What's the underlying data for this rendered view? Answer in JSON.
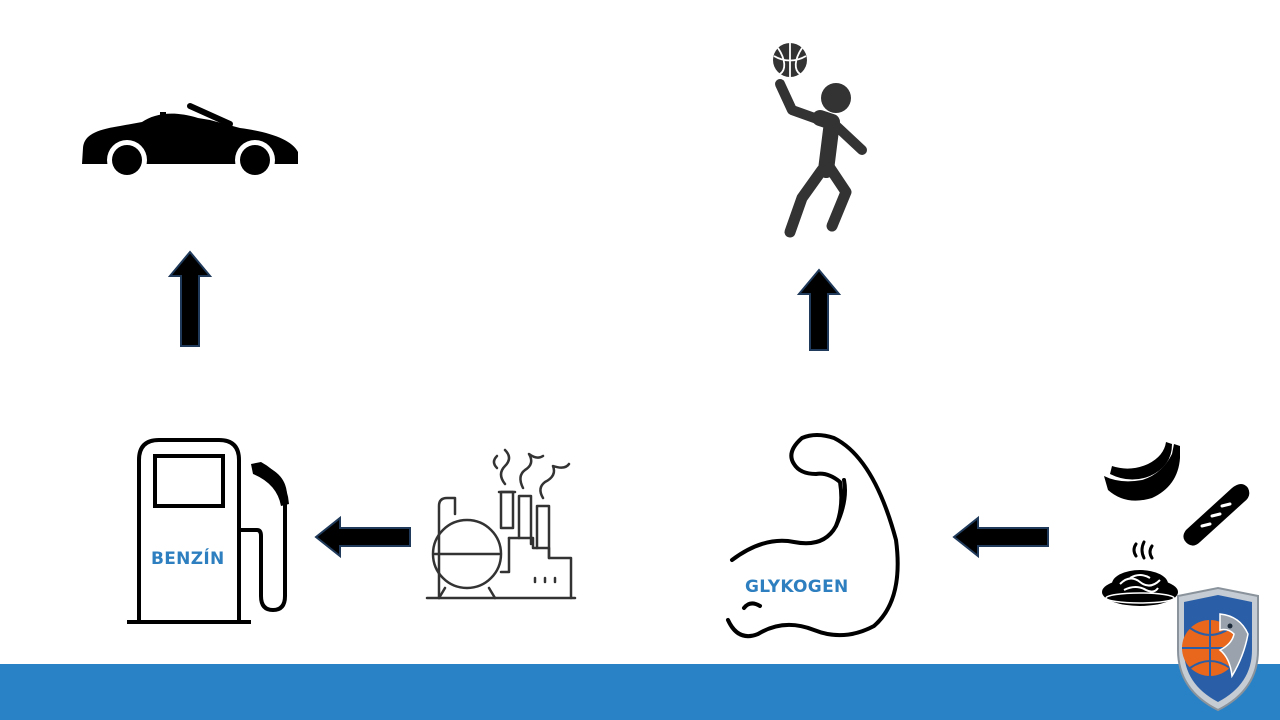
{
  "labels": {
    "fuel": "BENZÍN",
    "muscle": "GLYKOGEN"
  },
  "icons": {
    "car": "convertible-car-icon",
    "player": "basketball-player-icon",
    "pump": "fuel-pump-icon",
    "factory": "refinery-factory-icon",
    "muscle": "flexed-arm-muscle-icon",
    "food": "food-icon",
    "logo": "club-shield-logo"
  },
  "colors": {
    "accent": "#2a82c6",
    "label": "#2e7fbf",
    "icon": "#000000",
    "player": "#333333",
    "logo_orange": "#e8671d",
    "logo_blue": "#2a5fa8",
    "logo_grey": "#9aa3ad"
  }
}
